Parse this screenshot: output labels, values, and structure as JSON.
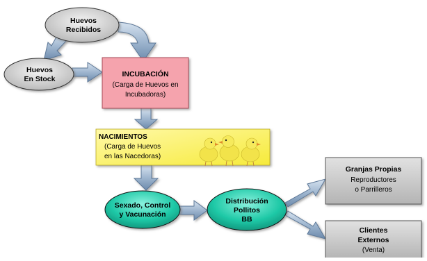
{
  "nodes": {
    "huevos_recibidos": {
      "lines": [
        "Huevos",
        "Recibidos"
      ]
    },
    "huevos_stock": {
      "lines": [
        "Huevos",
        "En Stock"
      ]
    },
    "incubacion": {
      "title": "INCUBACIÓN",
      "lines": [
        "(Carga de Huevos en",
        "Incubadoras)"
      ]
    },
    "nacimientos": {
      "title": "NACIMIENTOS",
      "lines": [
        "(Carga de Huevos",
        "en las Nacedoras)"
      ]
    },
    "sexado": {
      "lines": [
        "Sexado, Control",
        "y Vacunación"
      ]
    },
    "distribucion": {
      "lines": [
        "Distribución",
        "Pollitos",
        "BB"
      ]
    },
    "granjas": {
      "title": "Granjas Propias",
      "lines": [
        "Reproductores",
        "o Parrilleros"
      ]
    },
    "clientes": {
      "title_lines": [
        "Clientes",
        "Externos"
      ],
      "lines": [
        "(Venta)"
      ]
    }
  },
  "colors": {
    "oval_gray": "#d9d9d9",
    "incubacion_fill": "#f5a3ad",
    "nacimientos_fill": "#fff27a",
    "teal": "#1fc9a7",
    "box_gray": "#c8c8c8",
    "arrow": "#8fa8c4"
  }
}
